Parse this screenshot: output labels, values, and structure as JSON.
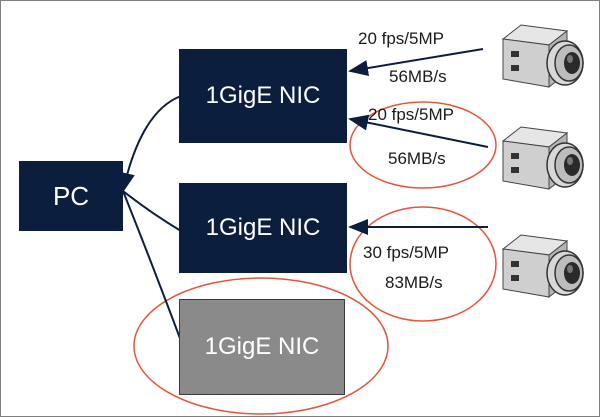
{
  "nodes": {
    "pc": "PC",
    "nic_1": "1GigE NIC",
    "nic_2": "1GigE NIC",
    "nic_3": "1GigE NIC"
  },
  "links": [
    {
      "rate": "20 fps/5MP",
      "bandwidth": "56MB/s"
    },
    {
      "rate": "20 fps/5MP",
      "bandwidth": "56MB/s"
    },
    {
      "rate": "30 fps/5MP",
      "bandwidth": "83MB/s"
    }
  ],
  "icons": {
    "camera": "industrial-camera-icon"
  },
  "colors": {
    "nic_active": "#0c1e3d",
    "nic_unused": "#8a8a8a",
    "highlight": "#e8533a",
    "line": "#0c1e3d"
  }
}
